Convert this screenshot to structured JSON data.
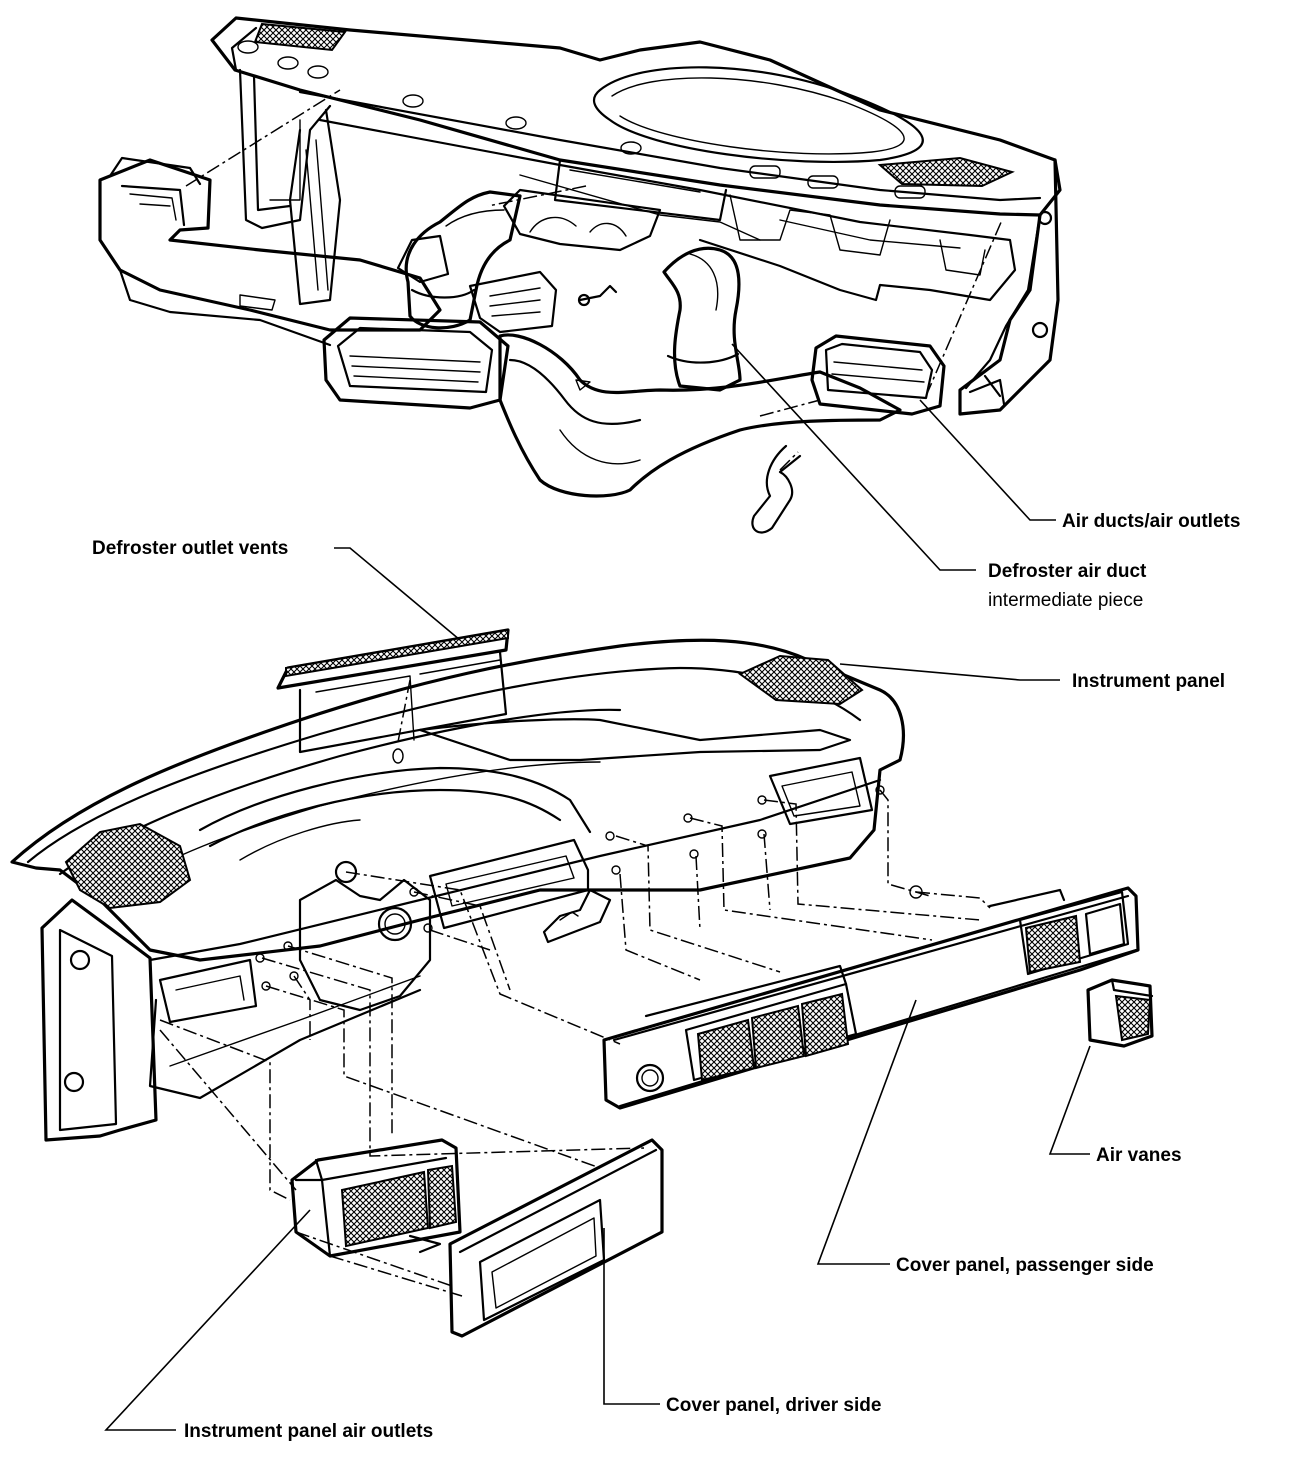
{
  "labels": {
    "air_ducts_outlets": "Air ducts/air outlets",
    "defroster_air_duct": "Defroster air duct",
    "intermediate_piece": "intermediate piece",
    "defroster_outlet_vents": "Defroster outlet vents",
    "instrument_panel": "Instrument panel",
    "air_vanes": "Air vanes",
    "cover_panel_passenger": "Cover panel, passenger side",
    "cover_panel_driver": "Cover panel, driver side",
    "instrument_panel_air_outlets": "Instrument panel air outlets"
  }
}
